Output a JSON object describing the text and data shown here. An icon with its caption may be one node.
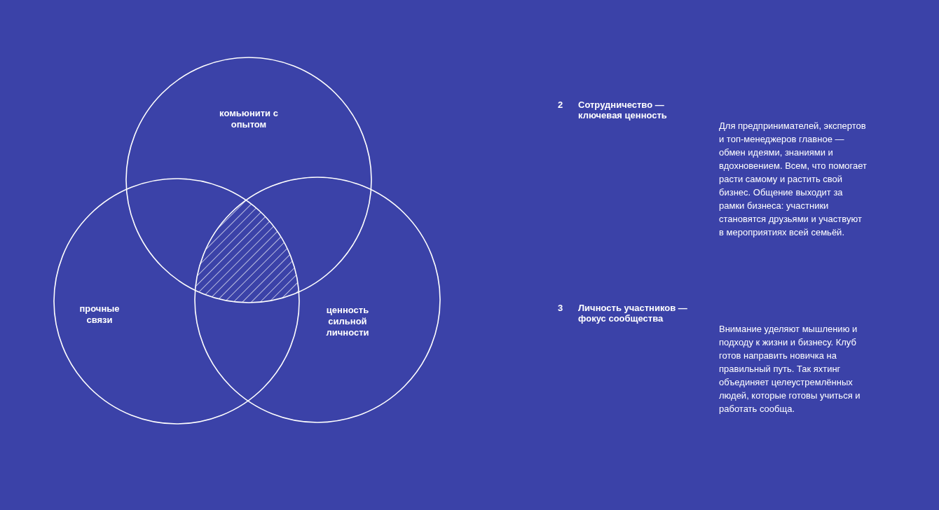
{
  "diagram": {
    "nodes": [
      {
        "text": [
          "комьюнити с опытом"
        ]
      },
      {
        "text": [
          "прочные связи"
        ]
      },
      {
        "text": [
          "ценность сильной личности"
        ]
      },
      {
        "text": [],
        "shape": "hatching"
      }
    ],
    "labels": [
      "2",
      "Сотрудничество — ключевая ценность",
      "Для предпринимателей, экспертов и топ-менеджеров главное — обмен идеями, знаниями и вдохновением. Всем, что помогает расти самому и растить свой бизнес. Общение выходит за рамки бизнеса: участники становятся друзьями и участвуют в мероприятиях всей семьёй.",
      "3",
      "Личность участников — фокус сообщества",
      "Внимание уделяют мышлению и подходу к жизни и бизнесу. Клуб готов направить новичка на правильный путь. Так яхтинг объединяет целеустремлённых людей, которые готовы учиться и работать сообща."
    ]
  }
}
